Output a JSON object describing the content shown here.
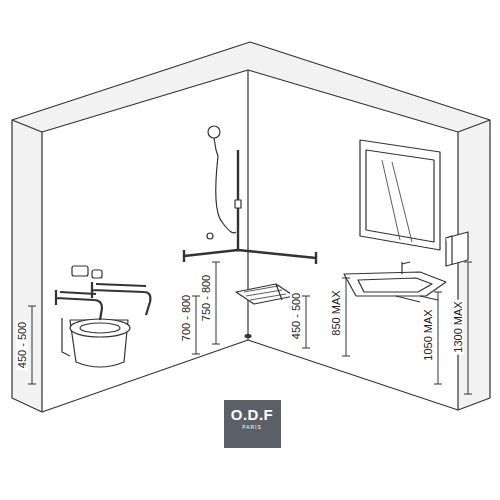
{
  "diagram": {
    "nodes": [
      {
        "text": [
          "O.D.F",
          "PARIS"
        ]
      }
    ],
    "labels": [
      "450 - 500",
      "700 - 800",
      "750 - 800",
      "450 - 500",
      "850 MAX",
      "1050 MAX",
      "1300 MAX"
    ]
  }
}
